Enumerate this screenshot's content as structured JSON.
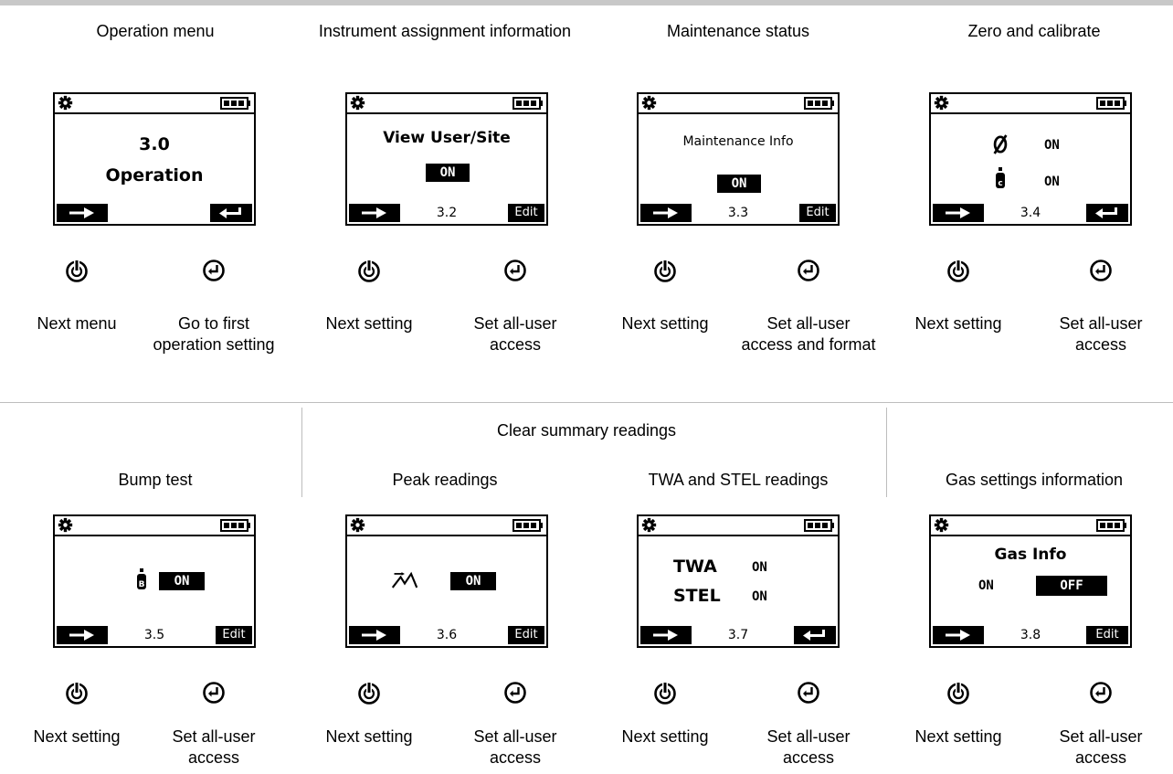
{
  "row1": {
    "titles": [
      "Operation menu",
      "Instrument assignment information",
      "Maintenance status",
      "Zero and calibrate"
    ]
  },
  "row2": {
    "group_title": "Clear summary readings",
    "titles": [
      "Bump test",
      "Peak readings",
      "TWA and STEL readings",
      "Gas settings information"
    ]
  },
  "screens": {
    "s30": {
      "line1": "3.0",
      "line2": "Operation"
    },
    "s32": {
      "title": "View User/Site",
      "badge": "ON",
      "num": "3.2",
      "edit": "Edit"
    },
    "s33": {
      "title": "Maintenance Info",
      "badge": "ON",
      "num": "3.3",
      "edit": "Edit"
    },
    "s34": {
      "zero_value": "ON",
      "cal_value": "ON",
      "num": "3.4"
    },
    "s35": {
      "badge": "ON",
      "num": "3.5",
      "edit": "Edit"
    },
    "s36": {
      "badge": "ON",
      "num": "3.6",
      "edit": "Edit"
    },
    "s37": {
      "twa_label": "TWA",
      "twa_value": "ON",
      "stel_label": "STEL",
      "stel_value": "ON",
      "num": "3.7"
    },
    "s38": {
      "title": "Gas Info",
      "on_label": "ON",
      "off_label": "OFF",
      "num": "3.8",
      "edit": "Edit"
    }
  },
  "captions": {
    "c1": [
      "Next menu",
      "Go to first operation setting"
    ],
    "c2": [
      "Next setting",
      "Set all-user access"
    ],
    "c3": [
      "Next setting",
      "Set all-user access and format"
    ],
    "c4": [
      "Next setting",
      "Set all-user access"
    ],
    "c5": [
      "Next setting",
      "Set all-user access"
    ],
    "c6": [
      "Next setting",
      "Set all-user access"
    ],
    "c7": [
      "Next setting",
      "Set all-user access"
    ],
    "c8": [
      "Next setting",
      "Set all-user access"
    ]
  },
  "icons": {
    "status_bar": [
      "gear-icon",
      "battery-icon"
    ],
    "soft_keys": [
      "right-arrow-icon",
      "enter-icon"
    ],
    "hardware_buttons": [
      "power-button-icon",
      "enter-button-icon"
    ],
    "settings": [
      "zero-icon",
      "calibration-cylinder-icon",
      "bump-cylinder-icon",
      "peak-icon"
    ]
  }
}
